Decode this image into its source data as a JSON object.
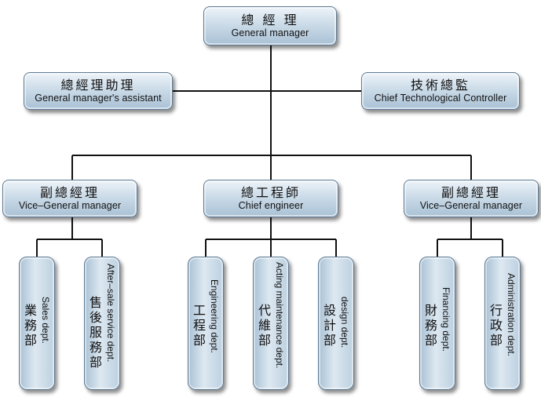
{
  "top": {
    "zh": "總 經 理",
    "en": "General manager"
  },
  "assistant": {
    "zh": "總經理助理",
    "en": "General manager's assistant"
  },
  "chief_tech": {
    "zh": "技術總監",
    "en": "Chief Technological Controller"
  },
  "vice_left": {
    "zh": "副總經理",
    "en": "Vice–General manager"
  },
  "chief_engineer": {
    "zh": "總工程師",
    "en": "Chief engineer"
  },
  "vice_right": {
    "zh": "副總經理",
    "en": "Vice–General manager"
  },
  "departments": [
    {
      "zh": "業務部",
      "en": "Sales dept."
    },
    {
      "zh": "售後服務部",
      "en": "After–sale service dept."
    },
    {
      "zh": "工程部",
      "en": "Engineering dept."
    },
    {
      "zh": "代維部",
      "en": "Acting maintenance dept."
    },
    {
      "zh": "設計部",
      "en": "design dept."
    },
    {
      "zh": "財務部",
      "en": "Financing dept."
    },
    {
      "zh": "行政部",
      "en": "Administration dept."
    }
  ]
}
